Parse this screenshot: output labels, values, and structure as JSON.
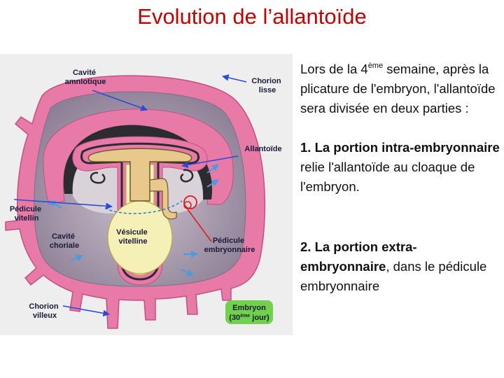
{
  "title": "Evolution de l’allantoïde",
  "labels": {
    "cavite_amniotique": [
      "Cavité",
      "amniotique"
    ],
    "chorion_lisse": [
      "Chorion",
      "lisse"
    ],
    "allantoide": "Allantoïde",
    "pedicule_vitellin": [
      "Pédicule",
      "vitellin"
    ],
    "cavite_choriale": [
      "Cavité",
      "choriale"
    ],
    "vesicule_vitelline": [
      "Vésicule",
      "vitelline"
    ],
    "pedicule_embryonnaire": [
      "Pédicule",
      "embryonnaire"
    ],
    "chorion_villeux": [
      "Chorion",
      "villeux"
    ],
    "embryon_line1": "Embryon",
    "embryon_open": "(30",
    "embryon_sup": "ème",
    "embryon_close": " jour)"
  },
  "text": {
    "p1_pre": "Lors de la 4",
    "p1_sup": "ème",
    "p1_post": " semaine, après la plicature de l'embryon, l'allantoïde sera divisée en deux parties :",
    "p2_bold": "1. La portion intra-embryonnaire",
    "p2_rest": " relie l'allantoïde au cloaque de l'embryon.",
    "p3_bold": "2. La portion extra-embryonnaire",
    "p3_rest": ", dans le pédicule embryonnaire"
  },
  "colors": {
    "title": "#c00000",
    "chorion": "#e87aa8",
    "cavity": "#a99bb0",
    "amnion": "#d9d2d8",
    "dark_rim": "#2b2b30",
    "yolk": "#f4f0b6",
    "allantois": "#e9c88c",
    "arrow": "#2a4bd7",
    "red": "#e01818",
    "embryo_green": "#6fd24a"
  }
}
